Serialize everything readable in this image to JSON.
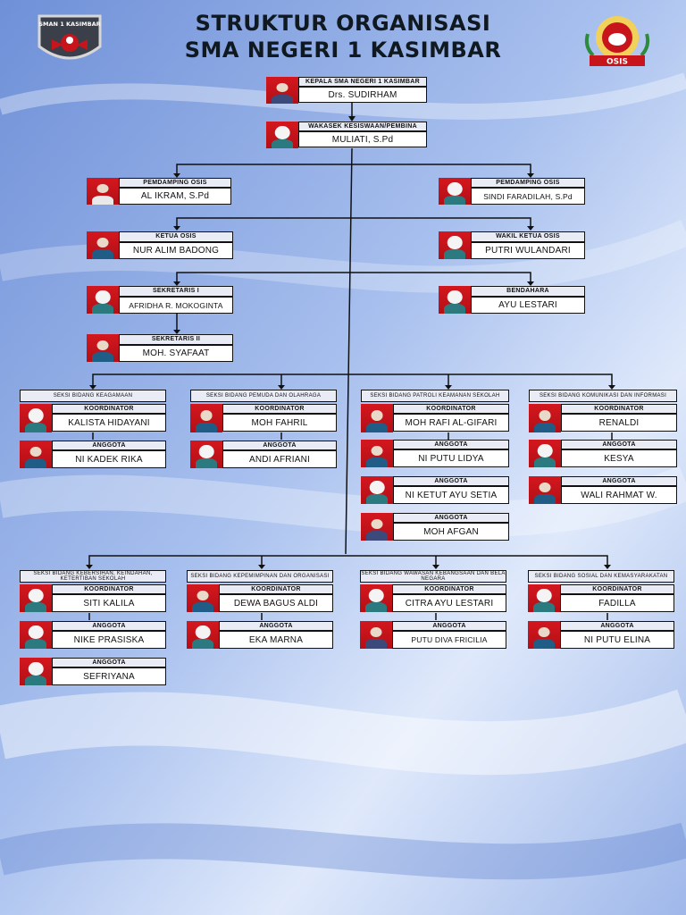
{
  "header": {
    "title_line1": "STRUKTUR ORGANISASI",
    "title_line2": "SMA NEGERI 1 KASIMBAR",
    "left_logo_text": "SMAN 1 KASIMBAR",
    "right_logo_text": "OSIS"
  },
  "colors": {
    "accent_red": "#c8141b",
    "role_bg": "#e9ebf5",
    "line": "#111111"
  },
  "top": [
    {
      "role": "KEPALA SMA NEGERI 1 KASIMBAR",
      "name": "Drs. SUDIRHAM"
    },
    {
      "role": "WAKASEK KESISWAAN/PEMBINA",
      "name": "MULIATI, S.Pd"
    }
  ],
  "pembina": {
    "left": {
      "role": "PEMDAMPING OSIS",
      "name": "AL IKRAM, S.Pd"
    },
    "right": {
      "role": "PEMDAMPING OSIS",
      "name": "SINDI FARADILAH, S.Pd"
    }
  },
  "inti": {
    "ketua": {
      "role": "KETUA OSIS",
      "name": "NUR ALIM BADONG"
    },
    "wakil": {
      "role": "WAKIL KETUA OSIS",
      "name": "PUTRI WULANDARI"
    },
    "sekretaris1": {
      "role": "SEKRETARIS I",
      "name": "AFRIDHA R. MOKOGINTA"
    },
    "bendahara": {
      "role": "BENDAHARA",
      "name": "AYU LESTARI"
    },
    "sekretaris2": {
      "role": "SEKRETARIS II",
      "name": "MOH. SYAFAAT"
    }
  },
  "row1": [
    {
      "title": "SEKSI BIDANG KEAGAMAAN",
      "koordinator_label": "KOORDINATOR",
      "koordinator": "KALISTA HIDAYANI",
      "anggota_label": "ANGGOTA",
      "anggota": [
        "NI KADEK RIKA"
      ]
    },
    {
      "title": "SEKSI BIDANG PEMUDA DAN OLAHRAGA",
      "koordinator_label": "KOORDINATOR",
      "koordinator": "MOH FAHRIL",
      "anggota_label": "ANGGOTA",
      "anggota": [
        "ANDI AFRIANI"
      ]
    },
    {
      "title": "SEKSI BIDANG PATROLI KEAMANAN SEKOLAH",
      "koordinator_label": "KOORDINATOR",
      "koordinator": "MOH RAFI AL-GIFARI",
      "anggota_label": "ANGGOTA",
      "anggota": [
        "NI PUTU LIDYA",
        "NI KETUT AYU SETIA",
        "MOH AFGAN"
      ]
    },
    {
      "title": "SEKSI BIDANG KOMUNIKASI DAN INFORMASI",
      "koordinator_label": "KOORDINATOR",
      "koordinator": "RENALDI",
      "anggota_label": "ANGGOTA",
      "anggota": [
        "KESYA",
        "WALI RAHMAT W."
      ]
    }
  ],
  "row2": [
    {
      "title": "SEKSI BIDANG KEBERSIHAN, KEINDAHAN, KETERTIBAN SEKOLAH",
      "koordinator_label": "KOORDINATOR",
      "koordinator": "SITI KALILA",
      "anggota_label": "ANGGOTA",
      "anggota_label_alt": "ANGGOTA",
      "anggota": [
        "NIKE PRASISKA",
        "SEFRIYANA"
      ]
    },
    {
      "title": "SEKSI BIDANG KEPEMIMPINAN DAN ORGANISASI",
      "koordinator_label": "KOORDINATOR",
      "koordinator": "DEWA BAGUS ALDI",
      "anggota_label": "ANGGOTA",
      "anggota": [
        "EKA MARNA"
      ]
    },
    {
      "title": "SEKSI BIDANG WAWASAN KEBANGSAAN DAN BELA NEGARA",
      "koordinator_label": "KOORDINATOR",
      "koordinator": "CITRA AYU LESTARI",
      "anggota_label": "ANGGOTA",
      "anggota": [
        "PUTU DIVA FRICILIA"
      ]
    },
    {
      "title": "SEKSI BIDANG SOSIAL DAN KEMASYARAKATAN",
      "koordinator_label": "KOORDINATOR",
      "koordinator": "FADILLA",
      "anggota_label": "ANGGOTA",
      "anggota": [
        "NI PUTU ELINA"
      ]
    }
  ],
  "row2_second_anggota_label": "ANGGOTA"
}
